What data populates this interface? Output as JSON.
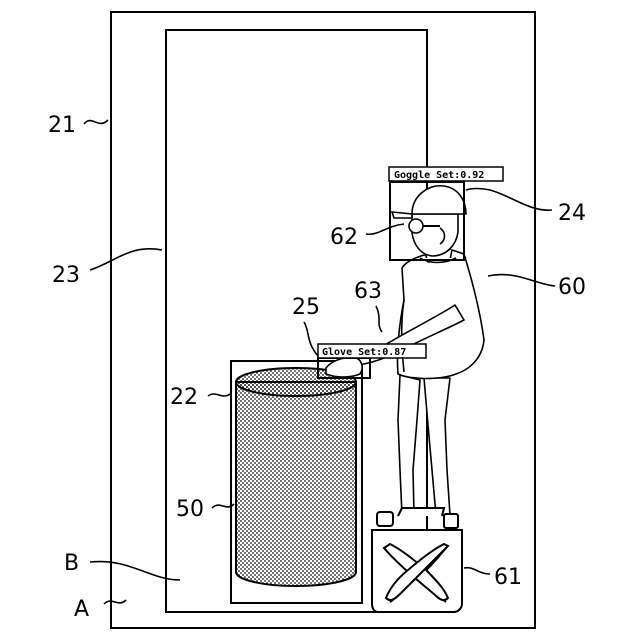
{
  "labels": {
    "frame_outer": "21",
    "frame_inner": "23",
    "box_container": "22",
    "box_glove": "25",
    "box_goggle": "24",
    "goggles": "62",
    "arm": "63",
    "person": "60",
    "container": "50",
    "canister": "61",
    "region_b": "B",
    "region_a": "A"
  },
  "detections": {
    "goggle": "Goggle Set:0.92",
    "glove": "Glove Set:0.87"
  }
}
